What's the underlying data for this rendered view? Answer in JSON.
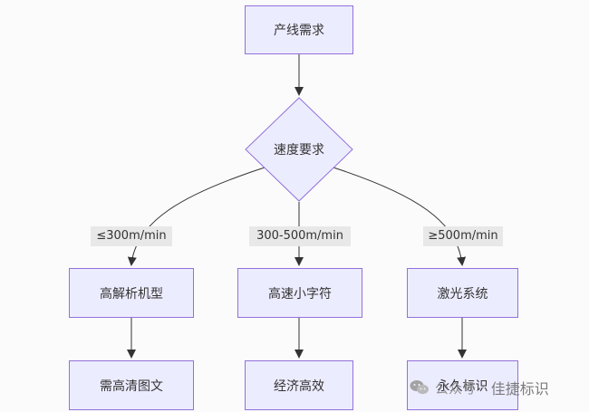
{
  "nodes": {
    "start": "产线需求",
    "decision": "速度要求",
    "left_mid": "高解析机型",
    "center_mid": "高速小字符",
    "right_mid": "激光系统",
    "left_bottom": "需高清图文",
    "center_bottom": "经济高效",
    "right_bottom": "永久标识"
  },
  "edges": {
    "left": "≤300m/min",
    "center": "300-500m/min",
    "right": "≥500m/min"
  },
  "watermark": {
    "platform": "公众号",
    "separator": "·",
    "account": "佳捷标识"
  },
  "colors": {
    "node_fill": "#ececff",
    "node_border": "#9370db",
    "edge": "#333333",
    "label_bg": "#e8e8e8"
  }
}
